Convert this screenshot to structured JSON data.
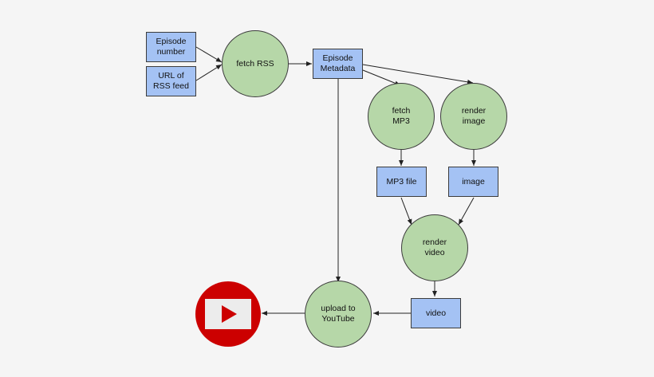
{
  "nodes": {
    "episode_number": "Episode\nnumber",
    "rss_url": "URL of\nRSS feed",
    "fetch_rss": "fetch RSS",
    "episode_metadata": "Episode\nMetadata",
    "fetch_mp3": "fetch\nMP3",
    "render_image": "render\nimage",
    "mp3_file": "MP3 file",
    "image": "image",
    "render_video": "render\nvideo",
    "video": "video",
    "upload_youtube": "upload to\nYouTube"
  },
  "colors": {
    "data_box": "#a4c2f4",
    "process_circle": "#b6d7a8",
    "youtube_red": "#cc0000",
    "edge": "#222222"
  },
  "icons": {
    "destination": "youtube-logo-icon"
  }
}
